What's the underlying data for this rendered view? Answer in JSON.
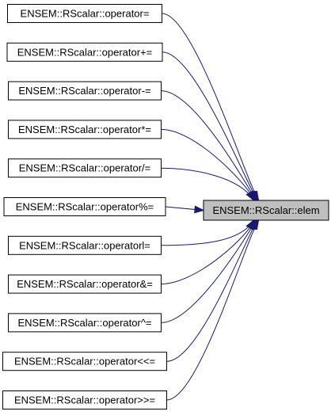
{
  "graph": {
    "target": {
      "label": "ENSEM::RScalar::elem"
    },
    "callers": [
      {
        "label": "ENSEM::RScalar::operator="
      },
      {
        "label": "ENSEM::RScalar::operator+="
      },
      {
        "label": "ENSEM::RScalar::operator-="
      },
      {
        "label": "ENSEM::RScalar::operator*="
      },
      {
        "label": "ENSEM::RScalar::operator/="
      },
      {
        "label": "ENSEM::RScalar::operator%="
      },
      {
        "label": "ENSEM::RScalar::operatorl="
      },
      {
        "label": "ENSEM::RScalar::operator&="
      },
      {
        "label": "ENSEM::RScalar::operator^="
      },
      {
        "label": "ENSEM::RScalar::operator<<="
      },
      {
        "label": "ENSEM::RScalar::operator>>="
      }
    ],
    "colors": {
      "edge": "#191970",
      "target_fill": "#bfbfbf",
      "node_fill": "#ffffff",
      "border": "#000000"
    }
  }
}
